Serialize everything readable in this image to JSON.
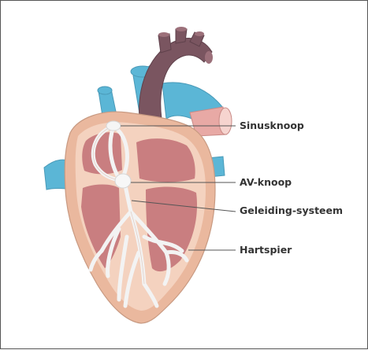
{
  "labels": {
    "sinusknoop": "Sinusknoop",
    "av_knoop": "AV-knoop",
    "geleiding": "Geleiding-systeem",
    "hartspier": "Hartspier"
  },
  "colors": {
    "vein_blue": "#5bb6d6",
    "aorta": "#7a5560",
    "outer_wall": "#eab89e",
    "muscle": "#f4d2bf",
    "chamber": "#c97e80",
    "conduction": "#f3f3f3",
    "leader": "#555555"
  }
}
